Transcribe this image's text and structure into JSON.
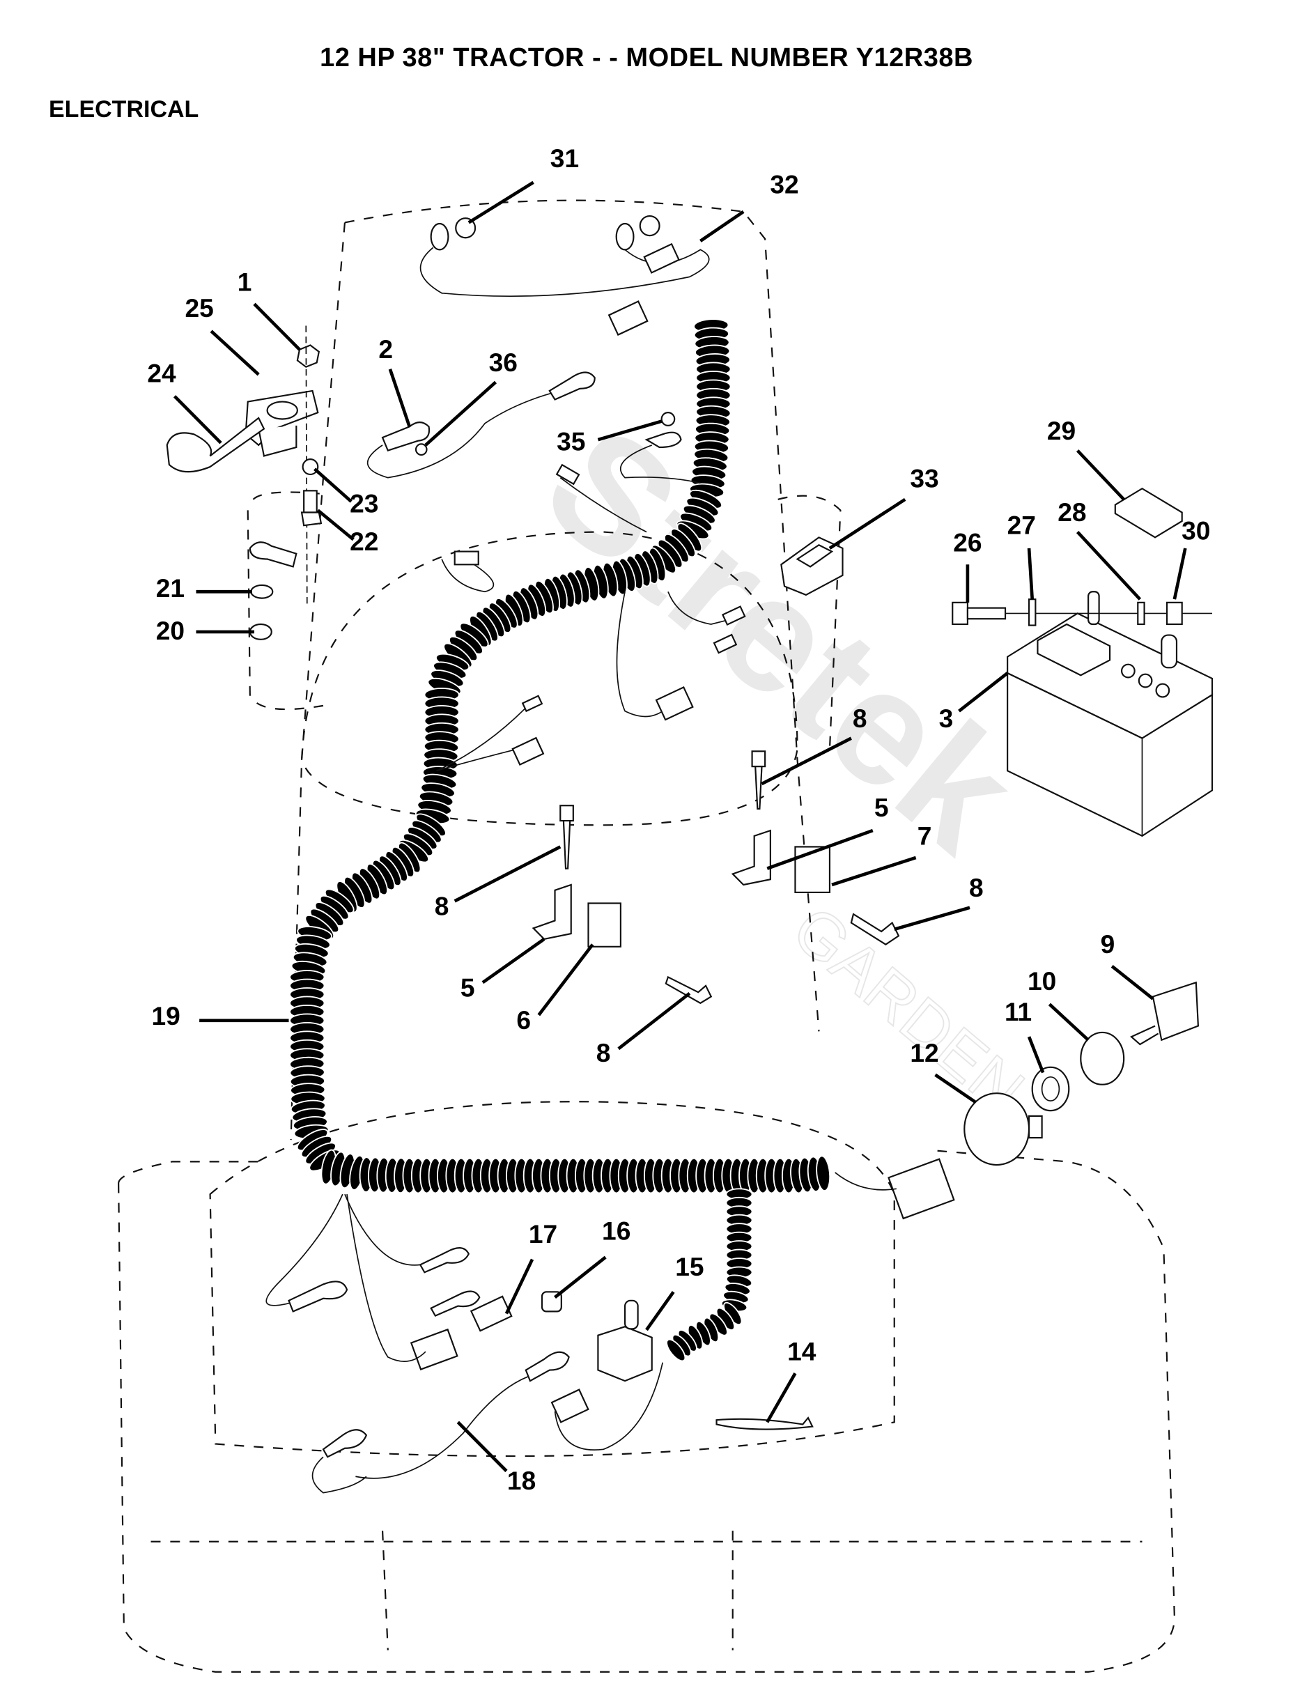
{
  "header": {
    "title": "12 HP 38\" TRACTOR - - MODEL NUMBER Y12R38B",
    "section": "ELECTRICAL"
  },
  "watermark": {
    "brand": "Stretek",
    "sub": "GARDEN"
  },
  "callouts": [
    {
      "id": "c1",
      "label": "1",
      "part": "nut"
    },
    {
      "id": "c2",
      "label": "2",
      "part": "ring-terminal-wire"
    },
    {
      "id": "c3",
      "label": "3",
      "part": "battery"
    },
    {
      "id": "c5a",
      "label": "5",
      "part": "bracket"
    },
    {
      "id": "c5b",
      "label": "5",
      "part": "bracket"
    },
    {
      "id": "c6",
      "label": "6",
      "part": "switch"
    },
    {
      "id": "c7",
      "label": "7",
      "part": "switch"
    },
    {
      "id": "c8a",
      "label": "8",
      "part": "screw"
    },
    {
      "id": "c8b",
      "label": "8",
      "part": "screw"
    },
    {
      "id": "c8c",
      "label": "8",
      "part": "screw"
    },
    {
      "id": "c8d",
      "label": "8",
      "part": "screw"
    },
    {
      "id": "c9",
      "label": "9",
      "part": "key"
    },
    {
      "id": "c10",
      "label": "10",
      "part": "bezel"
    },
    {
      "id": "c11",
      "label": "11",
      "part": "nut"
    },
    {
      "id": "c12",
      "label": "12",
      "part": "ignition-switch"
    },
    {
      "id": "c14",
      "label": "14",
      "part": "cable-tie"
    },
    {
      "id": "c15",
      "label": "15",
      "part": "plunger-switch"
    },
    {
      "id": "c16",
      "label": "16",
      "part": "nut"
    },
    {
      "id": "c17",
      "label": "17",
      "part": "fuse"
    },
    {
      "id": "c18",
      "label": "18",
      "part": "wire-harness-lead"
    },
    {
      "id": "c19",
      "label": "19",
      "part": "wire-harness"
    },
    {
      "id": "c20",
      "label": "20",
      "part": "nut"
    },
    {
      "id": "c21",
      "label": "21",
      "part": "washer"
    },
    {
      "id": "c22",
      "label": "22",
      "part": "bolt"
    },
    {
      "id": "c23",
      "label": "23",
      "part": "lock-washer"
    },
    {
      "id": "c24",
      "label": "24",
      "part": "boot"
    },
    {
      "id": "c25",
      "label": "25",
      "part": "solenoid"
    },
    {
      "id": "c26",
      "label": "26",
      "part": "bolt"
    },
    {
      "id": "c27",
      "label": "27",
      "part": "spacer"
    },
    {
      "id": "c28",
      "label": "28",
      "part": "lock-washer"
    },
    {
      "id": "c29",
      "label": "29",
      "part": "cover"
    },
    {
      "id": "c30",
      "label": "30",
      "part": "nut"
    },
    {
      "id": "c31",
      "label": "31",
      "part": "bulb"
    },
    {
      "id": "c32",
      "label": "32",
      "part": "light-harness"
    },
    {
      "id": "c33",
      "label": "33",
      "part": "light-switch"
    },
    {
      "id": "c35",
      "label": "35",
      "part": "star-washer"
    },
    {
      "id": "c36",
      "label": "36",
      "part": "star-washer"
    }
  ]
}
